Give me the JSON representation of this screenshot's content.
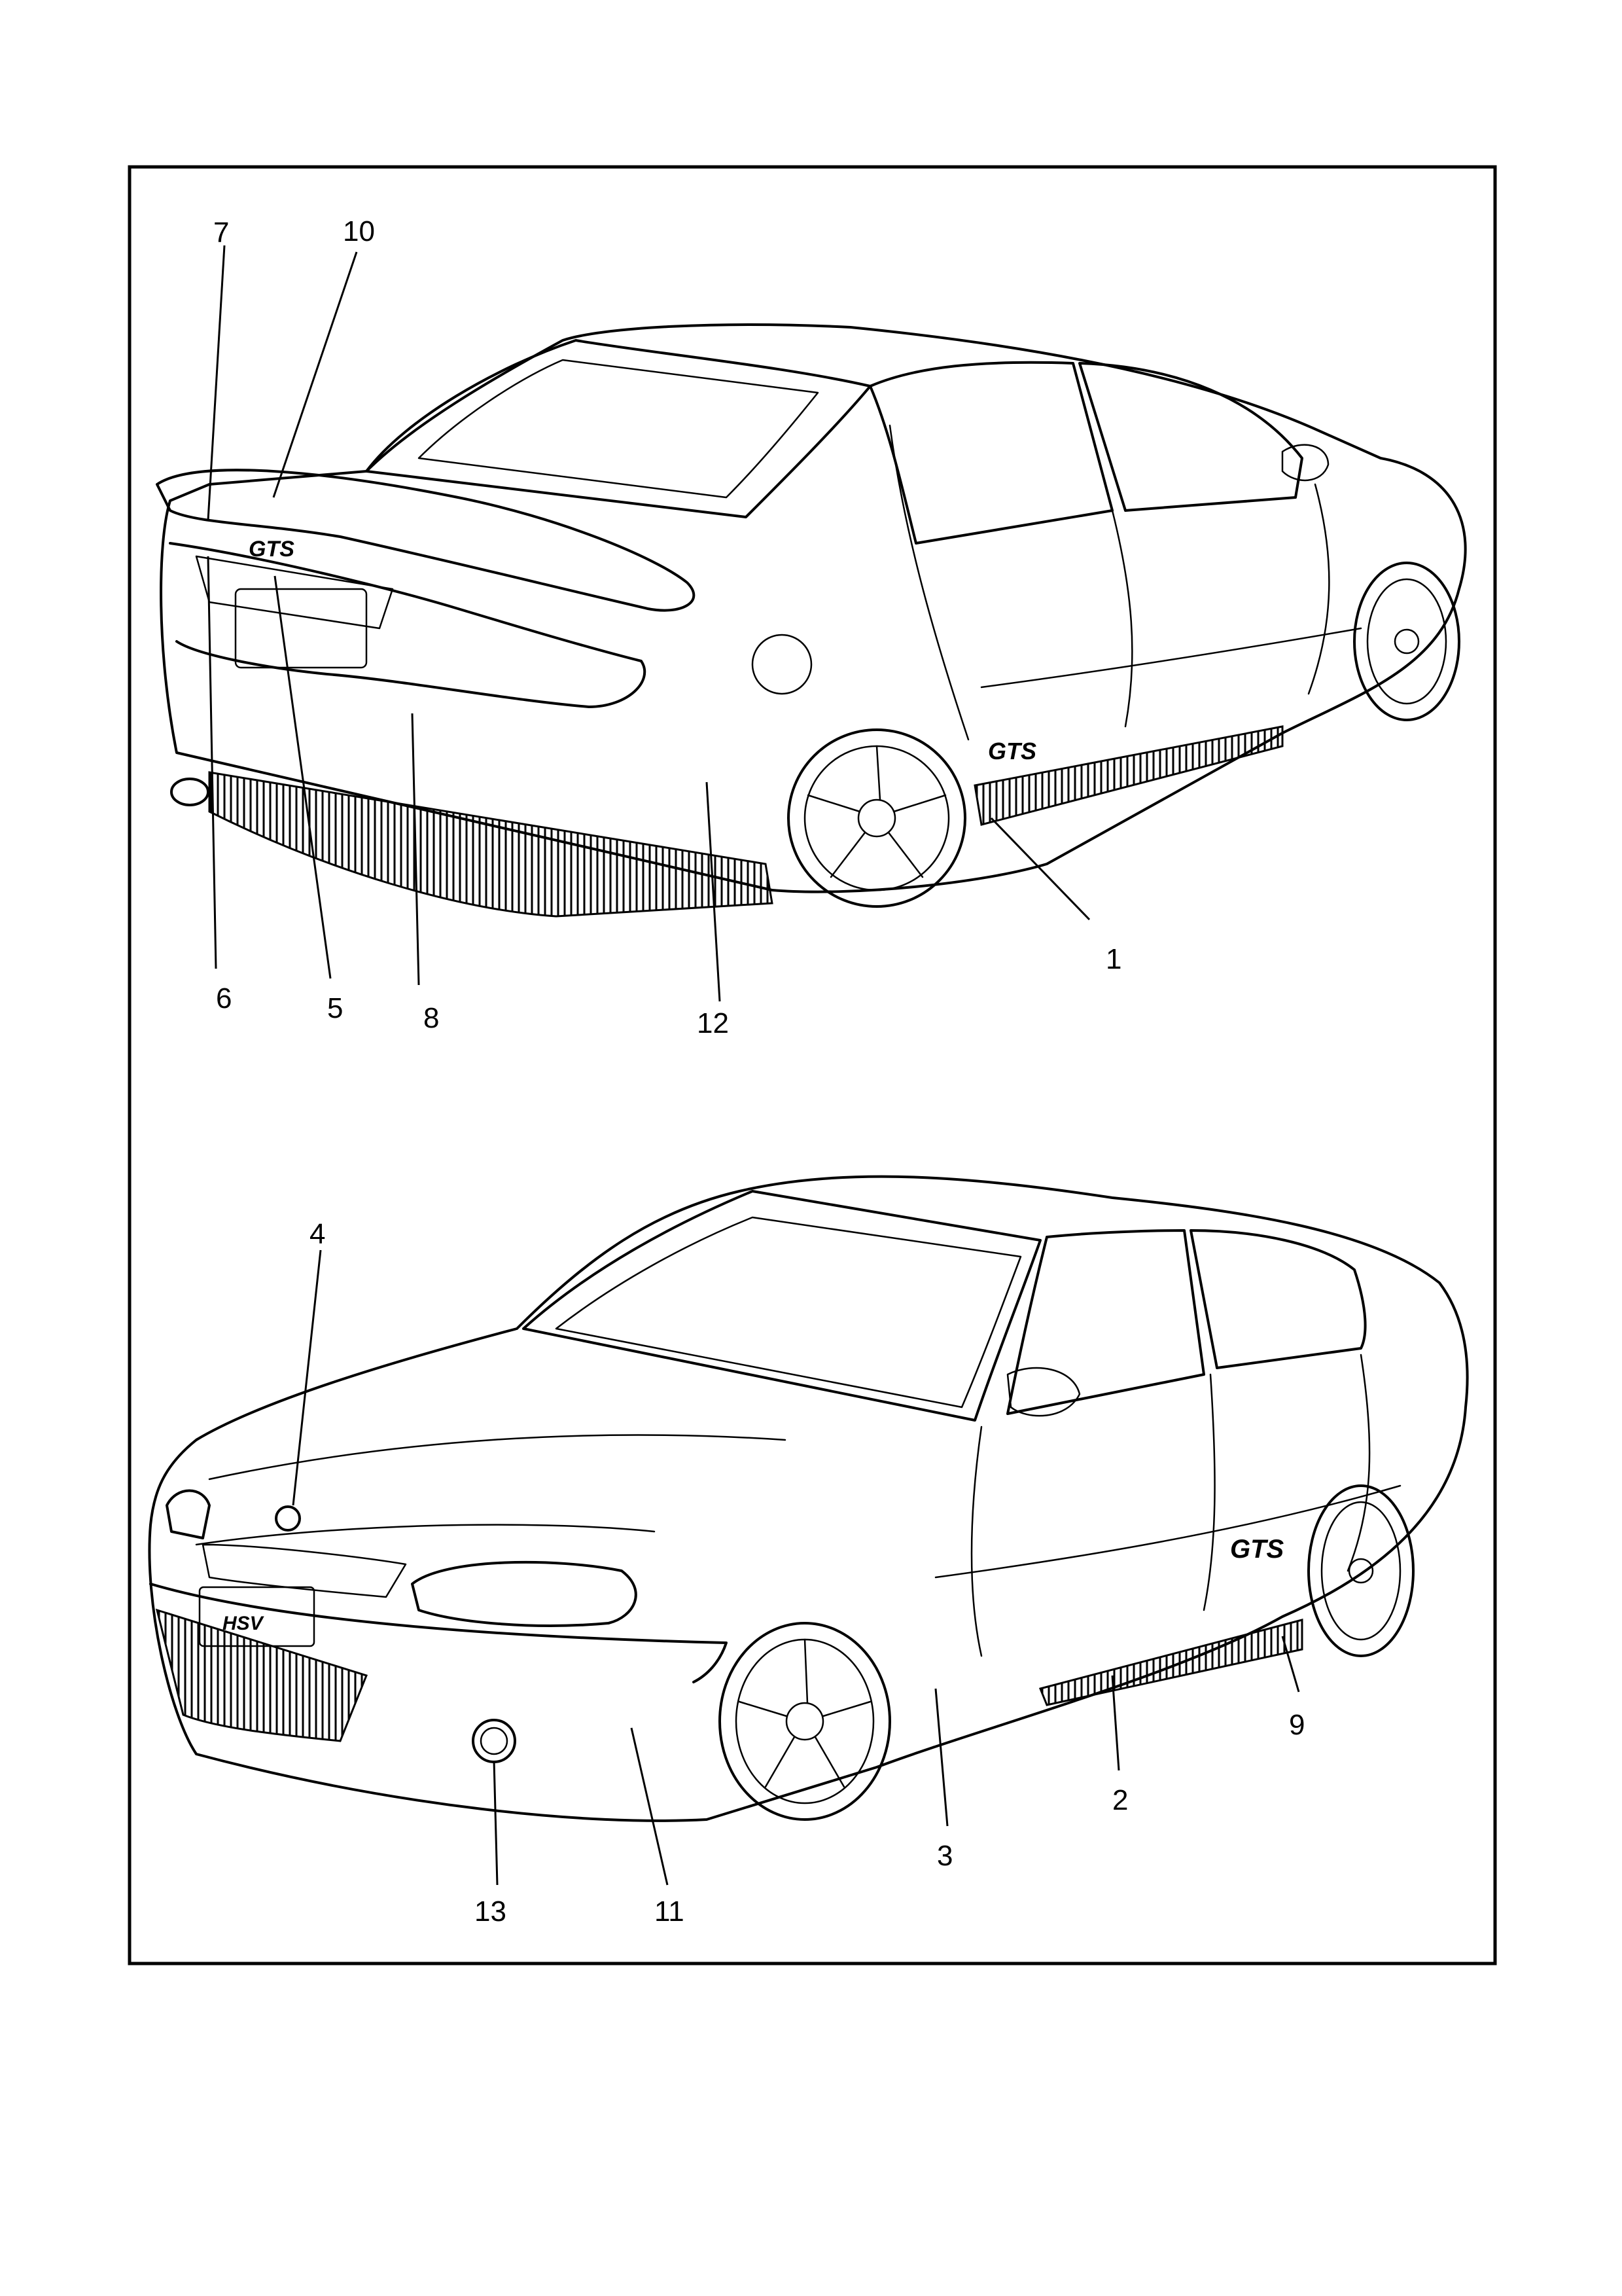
{
  "rear_view": {
    "callouts": [
      {
        "id": "7",
        "label": "7"
      },
      {
        "id": "10",
        "label": "10"
      },
      {
        "id": "6",
        "label": "6"
      },
      {
        "id": "5",
        "label": "5"
      },
      {
        "id": "8",
        "label": "8"
      },
      {
        "id": "12",
        "label": "12"
      },
      {
        "id": "1",
        "label": "1"
      }
    ],
    "badge_text": "GTS",
    "boot_badge": "GTS"
  },
  "front_view": {
    "callouts": [
      {
        "id": "4",
        "label": "4"
      },
      {
        "id": "9",
        "label": "9"
      },
      {
        "id": "2",
        "label": "2"
      },
      {
        "id": "3",
        "label": "3"
      },
      {
        "id": "13",
        "label": "13"
      },
      {
        "id": "11",
        "label": "11"
      }
    ],
    "badge_text": "GTS",
    "plate_text": "HSV"
  }
}
